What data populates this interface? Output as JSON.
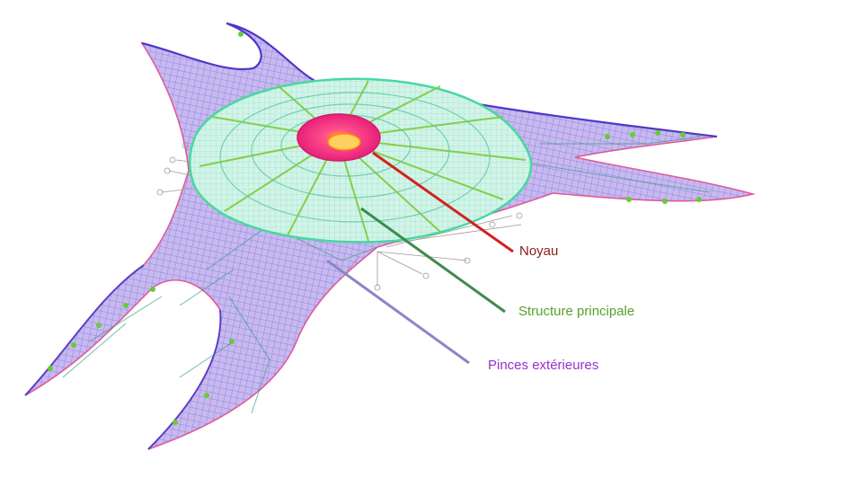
{
  "labels": {
    "core": {
      "text": "Noyau",
      "color": "#8b1a1a",
      "leader_color": "#d42020"
    },
    "main_structure": {
      "text": "Structure principale",
      "color": "#5aa02c",
      "leader_color": "#3f8a4e"
    },
    "outer_clamps": {
      "text": "Pinces extérieures",
      "color": "#9b2fc9",
      "leader_color": "#8a86c8"
    }
  },
  "colors": {
    "outer_mesh": "#3b3bd6",
    "outer_mesh_fill": "#b8a6e8",
    "outer_mesh_edge": "#e05a9a",
    "main_disc": "#48d8a0",
    "main_disc_fill": "#c9f2e2",
    "main_rib": "#7ccc3a",
    "core": "#e8207a",
    "core_inner": "#ff8c00",
    "cable": "#9a9a9a",
    "node": "#66cc33"
  }
}
